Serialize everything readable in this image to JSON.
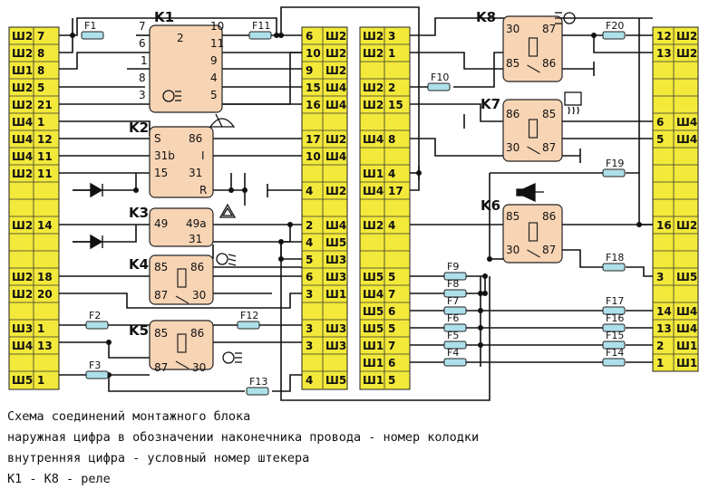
{
  "strip_left_outer": [
    "Ш2",
    "Ш2",
    "Ш1",
    "Ш2",
    "Ш2",
    "Ш4",
    "Ш4",
    "Ш4",
    "Ш2",
    "",
    "",
    "Ш2",
    "",
    "",
    "Ш2",
    "Ш2",
    "",
    "Ш3",
    "Ш4",
    "",
    "Ш5"
  ],
  "strip_left_inner": [
    "7",
    "8",
    "8",
    "5",
    "21",
    "1",
    "12",
    "11",
    "11",
    "",
    "",
    "14",
    "",
    "",
    "18",
    "20",
    "",
    "1",
    "13",
    "",
    "1"
  ],
  "strip_mid_inner": [
    "6",
    "10",
    "9",
    "15",
    "16",
    "",
    "17",
    "10",
    "",
    "4",
    "",
    "2",
    "4",
    "5",
    "6",
    "3",
    "",
    "3",
    "3",
    "",
    "4"
  ],
  "strip_mid_outer": [
    "Ш2",
    "Ш2",
    "Ш2",
    "Ш4",
    "Ш4",
    "",
    "Ш2",
    "Ш4",
    "",
    "Ш2",
    "",
    "Ш4",
    "Ш5",
    "Ш3",
    "Ш3",
    "Ш1",
    "",
    "Ш3",
    "Ш3",
    "",
    "Ш5"
  ],
  "strip_c3_outer": [
    "Ш2",
    "Ш2",
    "",
    "Ш2",
    "Ш2",
    "",
    "Ш4",
    "",
    "Ш1",
    "Ш4",
    "",
    "Ш2",
    "",
    "",
    "Ш5",
    "Ш4",
    "Ш5",
    "Ш5",
    "Ш1",
    "Ш1",
    "Ш1"
  ],
  "strip_c3_inner": [
    "3",
    "1",
    "",
    "2",
    "15",
    "",
    "8",
    "",
    "4",
    "17",
    "",
    "4",
    "",
    "",
    "5",
    "7",
    "6",
    "5",
    "7",
    "6",
    "5"
  ],
  "strip_right_inner": [
    "12",
    "13",
    "",
    "",
    "",
    "6",
    "5",
    "",
    "",
    "",
    "",
    "16",
    "",
    "",
    "3",
    "",
    "14",
    "13",
    "2",
    "1",
    ""
  ],
  "strip_right_outer": [
    "Ш2",
    "Ш2",
    "",
    "",
    "",
    "Ш4",
    "Ш4",
    "",
    "",
    "",
    "",
    "Ш2",
    "",
    "",
    "Ш5",
    "",
    "Ш4",
    "Ш4",
    "Ш1",
    "Ш1",
    ""
  ],
  "relays": {
    "k1": {
      "name": "K1",
      "pins": {
        "p2": "2",
        "p10": "10",
        "p11": "11",
        "p9": "9",
        "p4": "4",
        "p5": "5",
        "p7": "7",
        "p6": "6",
        "p1": "1",
        "p8": "8",
        "p3": "3"
      }
    },
    "k2": {
      "name": "K2",
      "pins": {
        "s": "S",
        "p86": "86",
        "p31b": "31b",
        "i": "I",
        "p15": "15",
        "p31": "31",
        "r": "R"
      }
    },
    "k3": {
      "name": "K3",
      "pins": {
        "p49": "49",
        "p49a": "49a",
        "p31": "31"
      }
    },
    "k4": {
      "name": "K4",
      "pins": {
        "p85": "85",
        "p86": "86",
        "p87": "87",
        "p30": "30"
      }
    },
    "k5": {
      "name": "K5",
      "pins": {
        "p85": "85",
        "p86": "86",
        "p87": "87",
        "p30": "30"
      }
    },
    "k6": {
      "name": "K6",
      "pins": {
        "p85": "85",
        "p86": "86",
        "p30": "30",
        "p87": "87"
      }
    },
    "k7": {
      "name": "K7",
      "pins": {
        "p86": "86",
        "p85": "85",
        "p30": "30",
        "p87": "87"
      }
    },
    "k8": {
      "name": "K8",
      "pins": {
        "p30": "30",
        "p87": "87",
        "p85": "85",
        "p86": "86"
      }
    }
  },
  "fuses": {
    "f1": "F1",
    "f2": "F2",
    "f3": "F3",
    "f4": "F4",
    "f5": "F5",
    "f6": "F6",
    "f7": "F7",
    "f8": "F8",
    "f9": "F9",
    "f10": "F10",
    "f11": "F11",
    "f12": "F12",
    "f13": "F13",
    "f14": "F14",
    "f15": "F15",
    "f16": "F16",
    "f17": "F17",
    "f18": "F18",
    "f19": "F19",
    "f20": "F20"
  },
  "caption": {
    "line1": "Схема соединений монтажного блока",
    "line2": "наружная цифра в обозначении наконечника провода - номер колодки",
    "line3": "внутренняя цифра - условный номер штекера",
    "line4": "K1 - K8 - реле"
  }
}
